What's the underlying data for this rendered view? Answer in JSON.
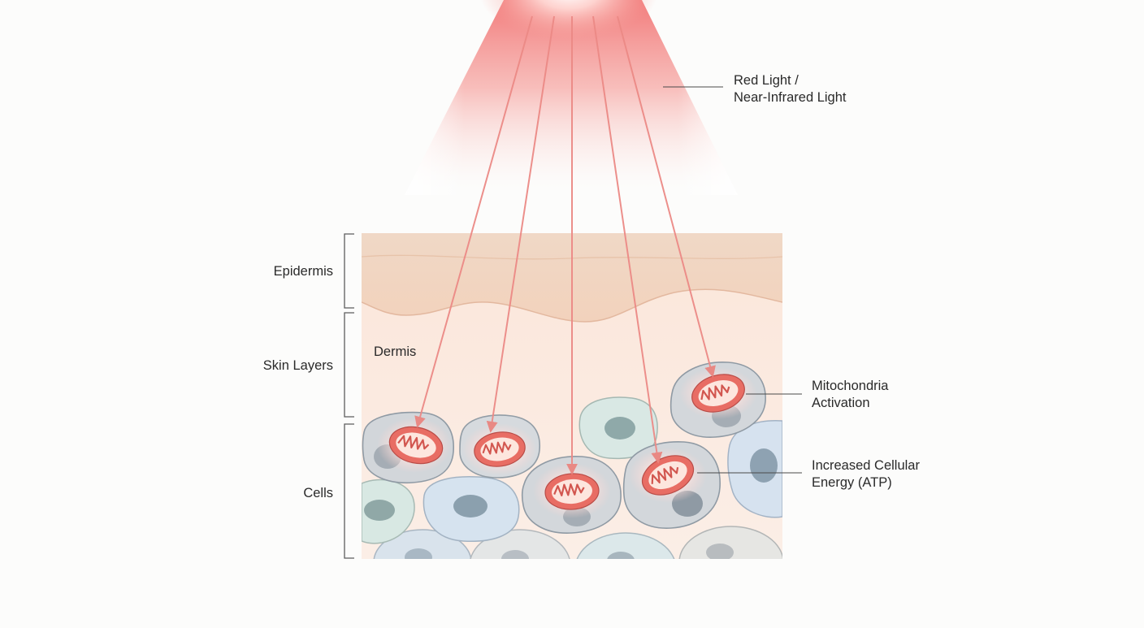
{
  "labels": {
    "light_line1": "Red Light /",
    "light_line2": "Near-Infrared Light",
    "epidermis": "Epidermis",
    "skin_layers": "Skin Layers",
    "dermis": "Dermis",
    "cells": "Cells",
    "mito_line1": "Mitochondria",
    "mito_line2": "Activation",
    "atp_line1": "Increased Cellular",
    "atp_line2": "Energy (ATP)"
  },
  "colors": {
    "light_beam": "#f07070",
    "arrow": "#ec8a86",
    "epidermis": "#f1d4bd",
    "dermis": "#fbe8dc",
    "cell_grey": "#c9d0d6",
    "cell_blue": "#d6e3ef",
    "cell_green": "#d7e6e3",
    "nucleus": "#8ea1ae",
    "mitochondria": "#e4685f"
  }
}
